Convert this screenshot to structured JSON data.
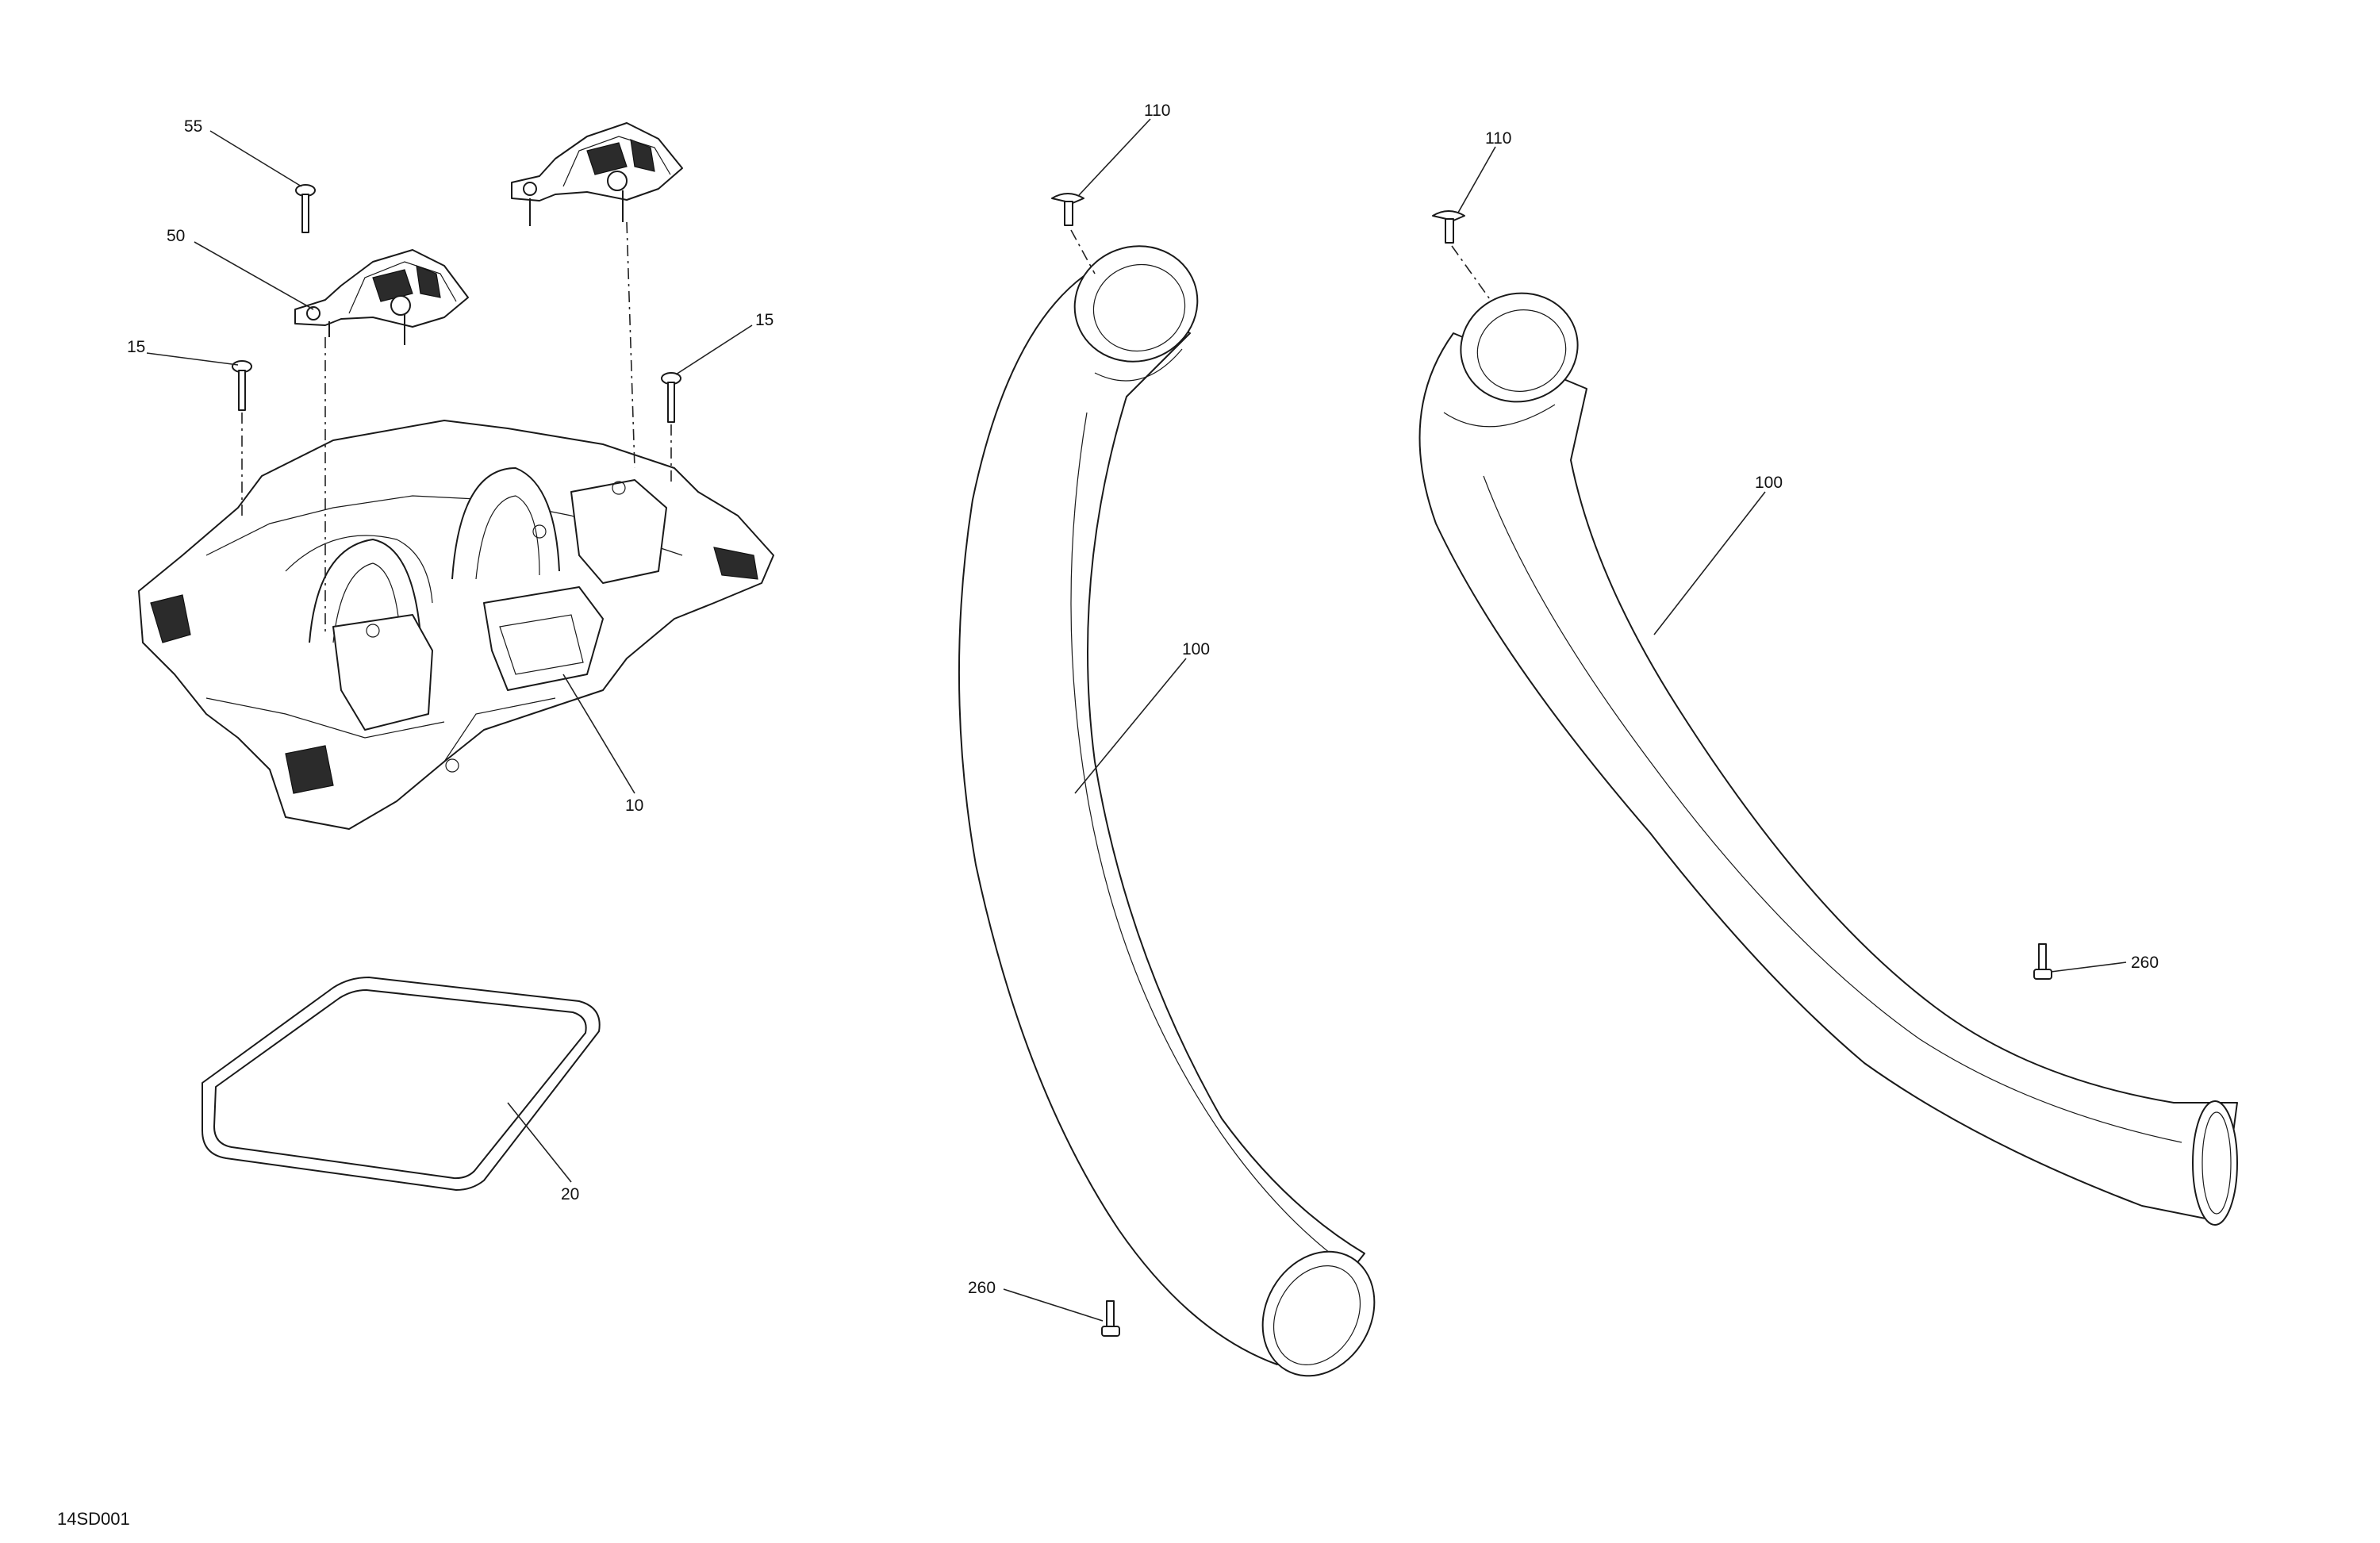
{
  "diagram": {
    "drawing_id": "14SD001",
    "callouts": [
      {
        "id": "c-55",
        "label": "55"
      },
      {
        "id": "c-50",
        "label": "50"
      },
      {
        "id": "c-15a",
        "label": "15"
      },
      {
        "id": "c-15b",
        "label": "15"
      },
      {
        "id": "c-10",
        "label": "10"
      },
      {
        "id": "c-20",
        "label": "20"
      },
      {
        "id": "c-110a",
        "label": "110"
      },
      {
        "id": "c-110b",
        "label": "110"
      },
      {
        "id": "c-100a",
        "label": "100"
      },
      {
        "id": "c-100b",
        "label": "100"
      },
      {
        "id": "c-260a",
        "label": "260"
      },
      {
        "id": "c-260b",
        "label": "260"
      }
    ]
  }
}
